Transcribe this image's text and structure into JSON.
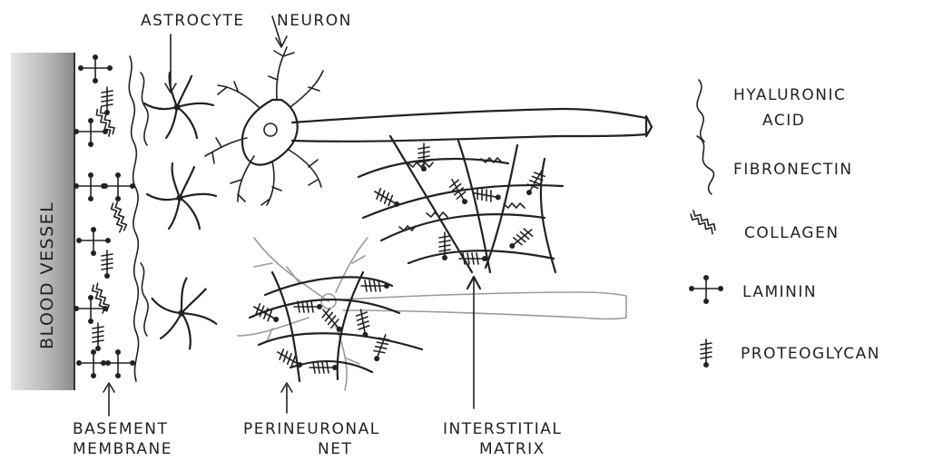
{
  "labels": {
    "blood_vessel": "BLOOD VESSEL",
    "astrocyte": "ASTROCYTE",
    "neuron": "NEURON",
    "basement_membrane_1": "BASEMENT",
    "basement_membrane_2": "MEMBRANE",
    "perineuronal_net_1": "PERINEURONAL",
    "perineuronal_net_2": "NET",
    "interstitial_matrix_1": "INTERSTITIAL",
    "interstitial_matrix_2": "MATRIX"
  },
  "legend": {
    "hyaluronic_acid_1": "HYALURONIC",
    "hyaluronic_acid_2": "ACID",
    "fibronectin": "FIBRONECTIN",
    "collagen": "COLLAGEN",
    "laminin": "LAMININ",
    "proteoglycan": "PROTEOGLYCAN"
  },
  "colors": {
    "ink": "#222222",
    "faded": "#9a9a9a",
    "vessel": "#bdbdbd"
  }
}
